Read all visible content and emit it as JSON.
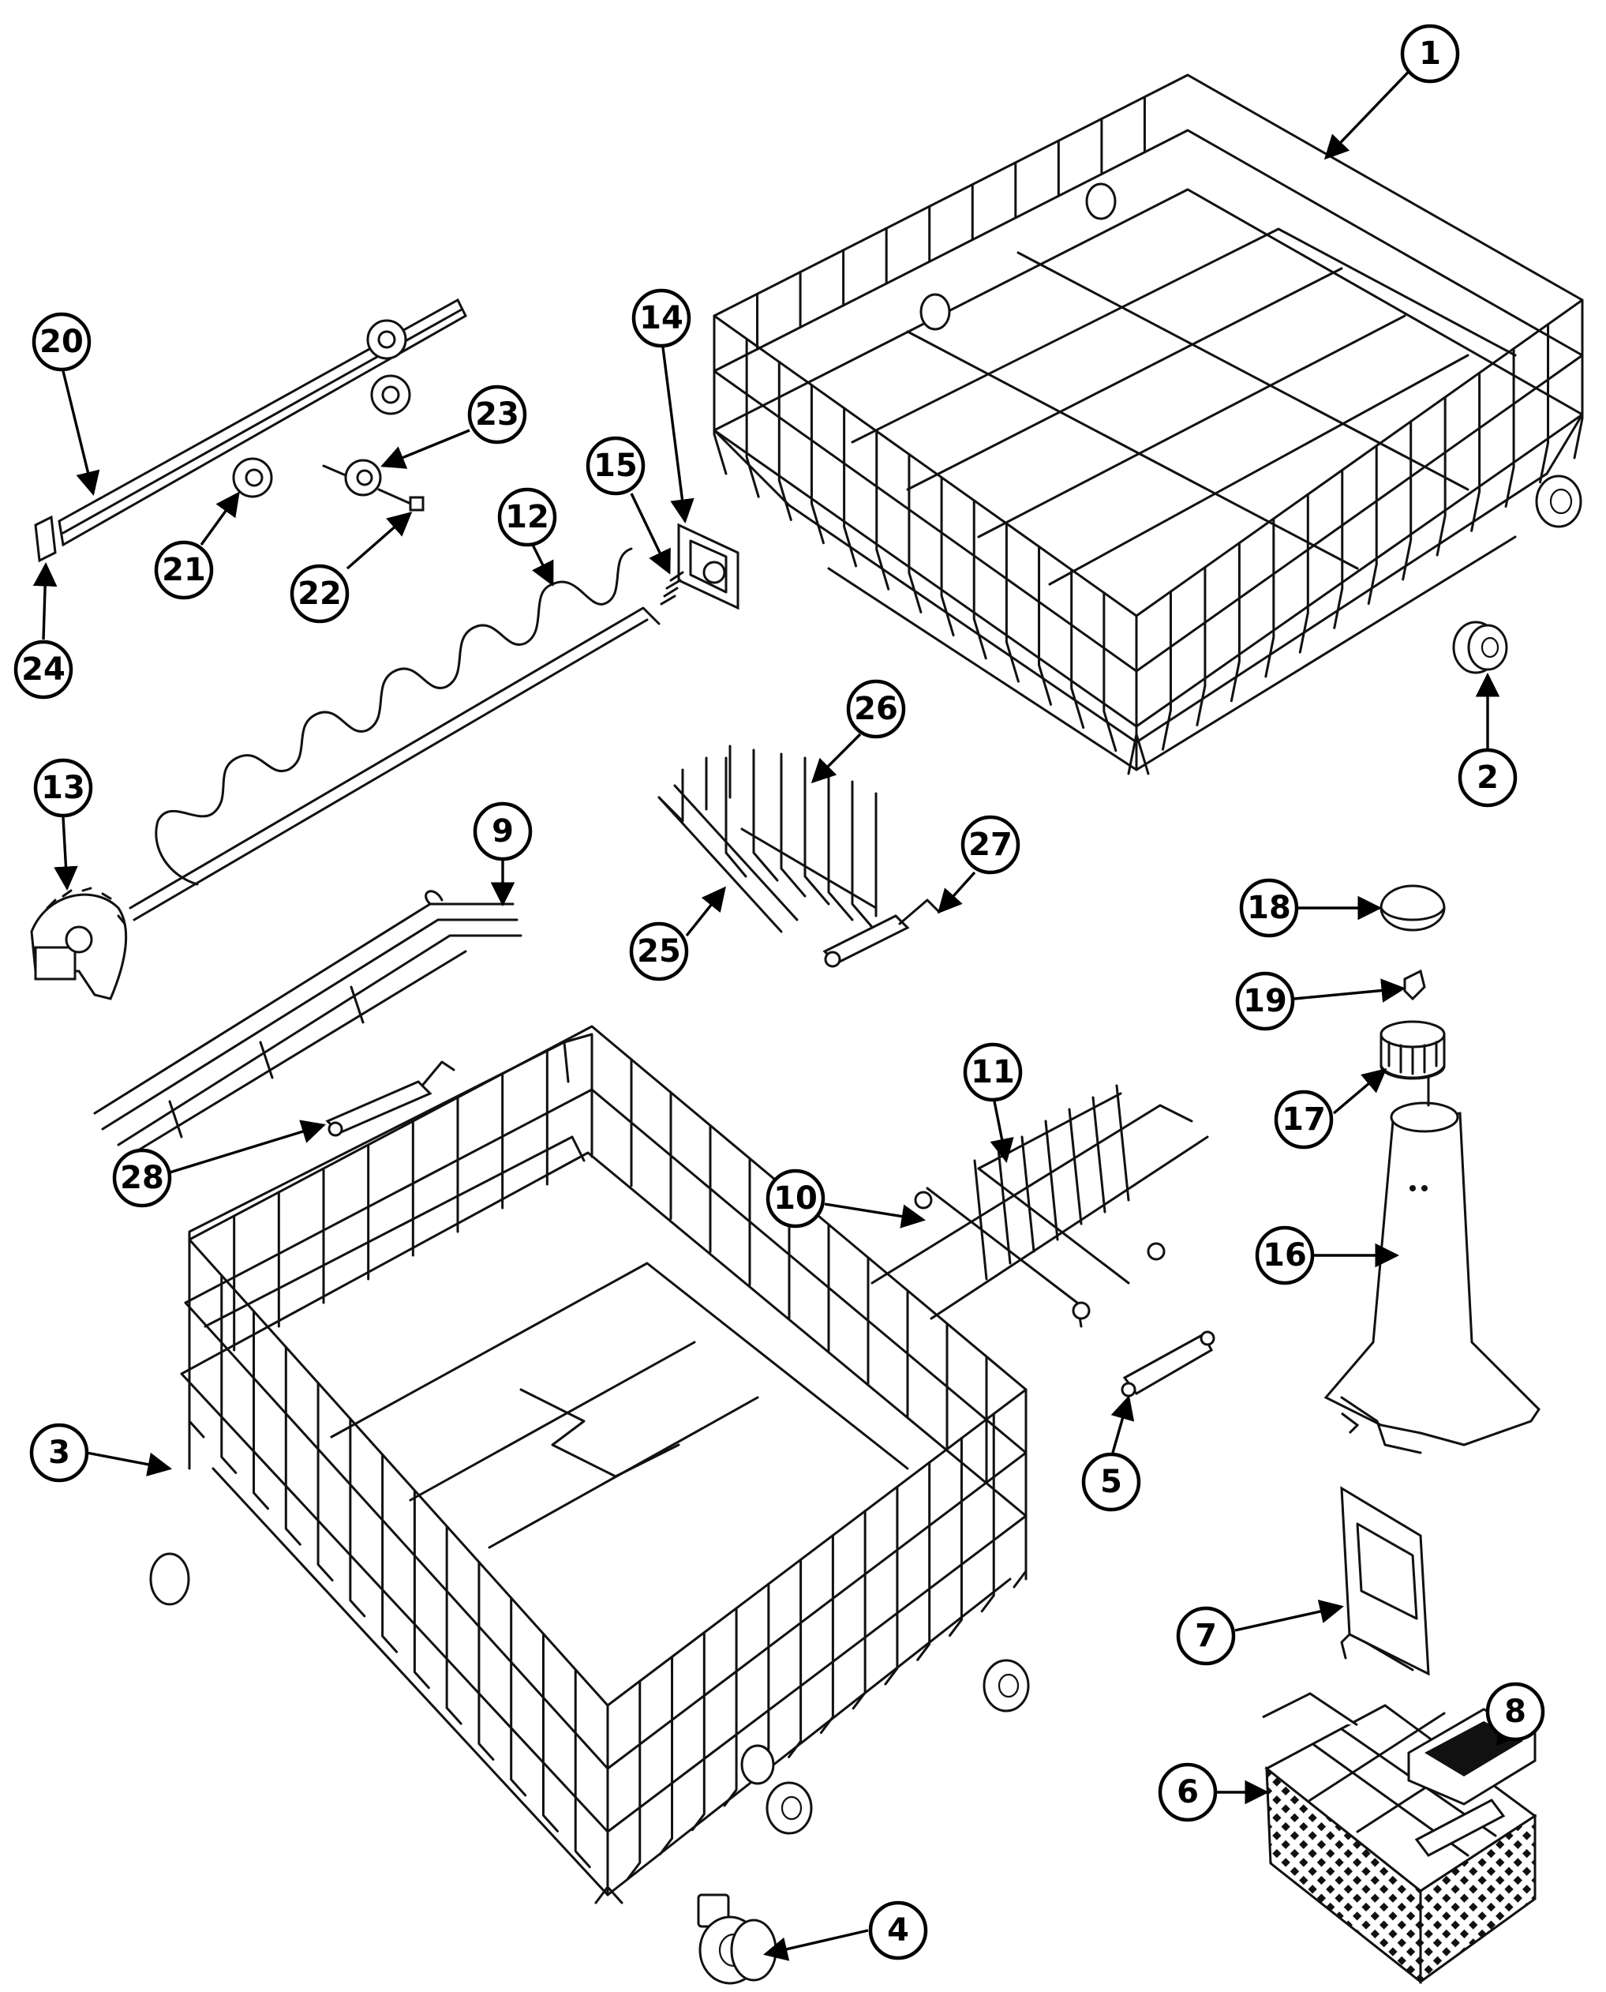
{
  "callouts": [
    {
      "id": "c1",
      "label": "1"
    },
    {
      "id": "c2",
      "label": "2"
    },
    {
      "id": "c3",
      "label": "3"
    },
    {
      "id": "c4",
      "label": "4"
    },
    {
      "id": "c5",
      "label": "5"
    },
    {
      "id": "c6",
      "label": "6"
    },
    {
      "id": "c7",
      "label": "7"
    },
    {
      "id": "c8",
      "label": "8"
    },
    {
      "id": "c9",
      "label": "9"
    },
    {
      "id": "c10",
      "label": "10"
    },
    {
      "id": "c11",
      "label": "11"
    },
    {
      "id": "c12",
      "label": "12"
    },
    {
      "id": "c13",
      "label": "13"
    },
    {
      "id": "c14",
      "label": "14"
    },
    {
      "id": "c15",
      "label": "15"
    },
    {
      "id": "c16",
      "label": "16"
    },
    {
      "id": "c17",
      "label": "17"
    },
    {
      "id": "c18",
      "label": "18"
    },
    {
      "id": "c19",
      "label": "19"
    },
    {
      "id": "c20",
      "label": "20"
    },
    {
      "id": "c21",
      "label": "21"
    },
    {
      "id": "c22",
      "label": "22"
    },
    {
      "id": "c23",
      "label": "23"
    },
    {
      "id": "c24",
      "label": "24"
    },
    {
      "id": "c25",
      "label": "25"
    },
    {
      "id": "c26",
      "label": "26"
    },
    {
      "id": "c27",
      "label": "27"
    },
    {
      "id": "c28",
      "label": "28"
    }
  ],
  "colors": {
    "line": "#111111",
    "background": "#ffffff"
  }
}
